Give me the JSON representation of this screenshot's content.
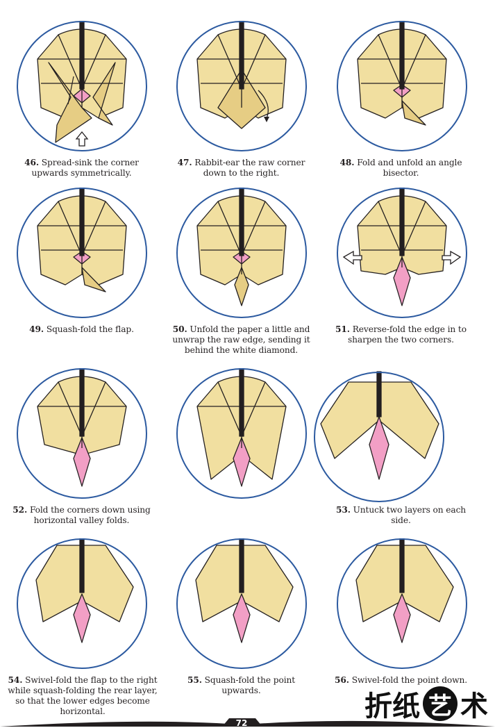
{
  "steps": [
    {
      "num": "46.",
      "text": "Spread-sink the corner upwards symmetrically."
    },
    {
      "num": "47.",
      "text": "Rabbit-ear the raw corner down to the right."
    },
    {
      "num": "48.",
      "text": "Fold and unfold an angle bisector."
    },
    {
      "num": "49.",
      "text": "Squash-fold the flap."
    },
    {
      "num": "50.",
      "text": "Unfold the paper a little and unwrap the raw edge, sending it behind the white diamond."
    },
    {
      "num": "51.",
      "text": "Reverse-fold the edge in to sharpen the two corners."
    },
    {
      "num": "52.",
      "text": "Fold the corners down using horizontal valley folds."
    },
    {
      "num": "53.",
      "text": "Untuck two layers on each side."
    },
    {
      "num": "54.",
      "text": "Swivel-fold the flap to the right while squash-folding the rear layer, so that the lower edges become horizontal."
    },
    {
      "num": "55.",
      "text": "Squash-fold the point upwards."
    },
    {
      "num": "56.",
      "text": "Swivel-fold the point down."
    }
  ],
  "page_number": "72",
  "watermark": {
    "chars": [
      "折",
      "纸",
      "艺",
      "术"
    ]
  },
  "colors": {
    "paper": "#f1dfa0",
    "paper_dark": "#e6cd84",
    "pink": "#f29fc5",
    "circle": "#2c5aa0",
    "line": "#231f20"
  }
}
